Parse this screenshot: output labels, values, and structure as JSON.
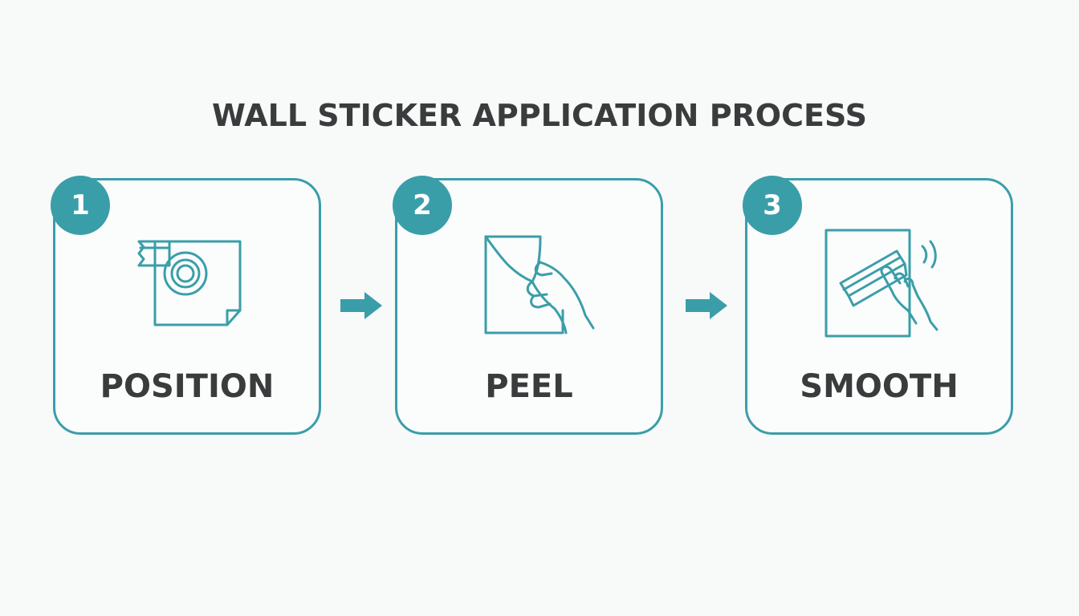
{
  "title": "WALL STICKER APPLICATION PROCESS",
  "colors": {
    "accent": "#3a9ea9",
    "text": "#3a3b3c",
    "background": "#f8f9f9"
  },
  "steps": [
    {
      "number": "1",
      "label": "POSITION",
      "icon": "tape-roll-sticker-icon"
    },
    {
      "number": "2",
      "label": "PEEL",
      "icon": "hand-peeling-sheet-icon"
    },
    {
      "number": "3",
      "label": "SMOOTH",
      "icon": "hand-squeegee-icon"
    }
  ]
}
